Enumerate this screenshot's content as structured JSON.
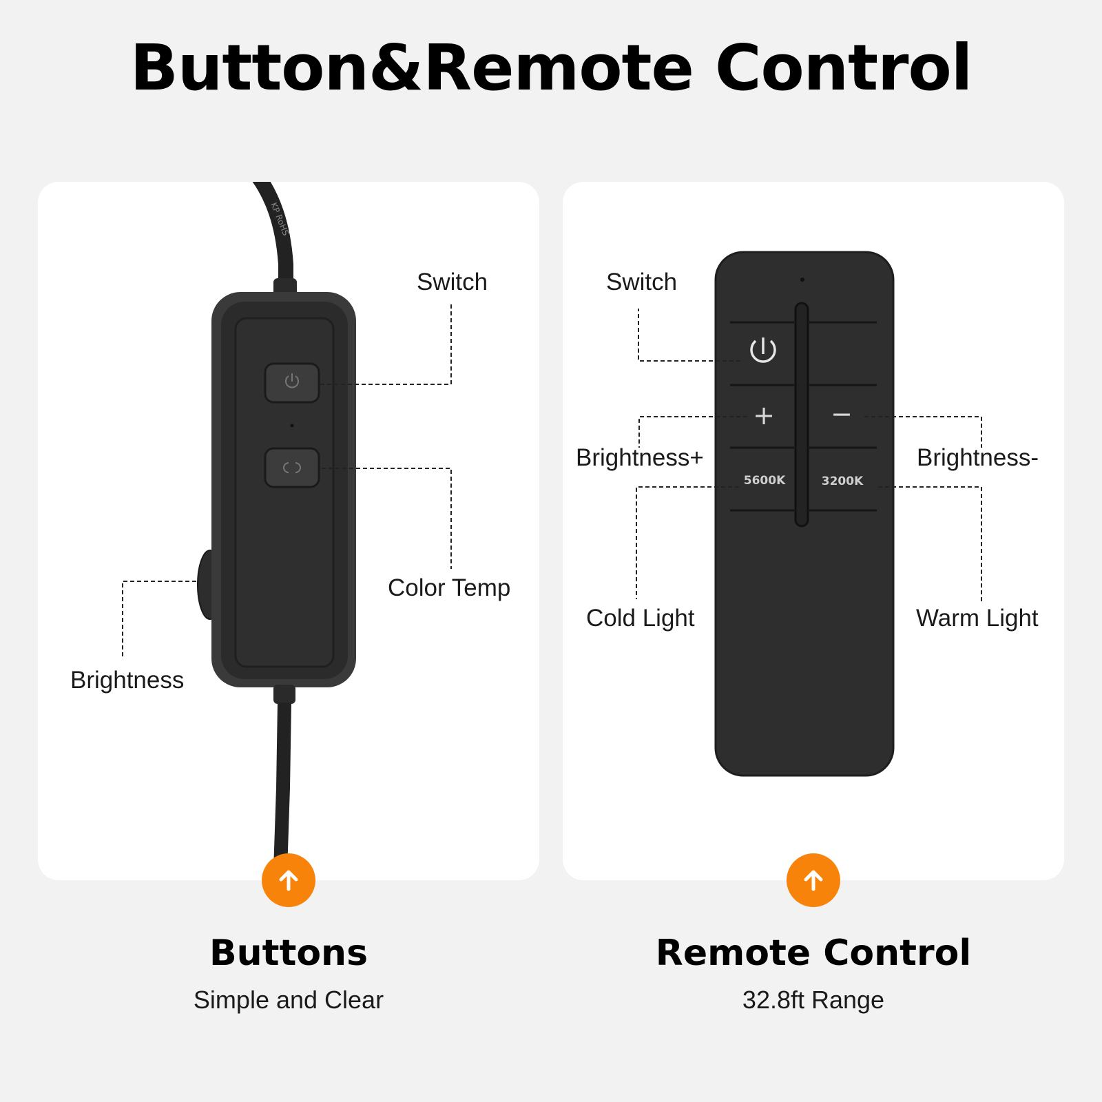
{
  "title": "Button&Remote Control",
  "colors": {
    "background": "#f2f2f2",
    "panel": "#ffffff",
    "accent": "#f7830a",
    "device": "#2b2b2b"
  },
  "buttons_panel": {
    "labels": {
      "switch": "Switch",
      "color_temp": "Color Temp",
      "brightness": "Brightness"
    },
    "cable_print": "KP RoHS",
    "caption_title": "Buttons",
    "caption_subtitle": "Simple and Clear"
  },
  "remote_panel": {
    "labels": {
      "switch": "Switch",
      "brightness_plus": "Brightness+",
      "brightness_minus": "Brightness-",
      "cold_light": "Cold Light",
      "warm_light": "Warm Light"
    },
    "keys": {
      "plus": "+",
      "minus": "−",
      "cold": "5600K",
      "warm": "3200K"
    },
    "caption_title": "Remote Control",
    "caption_subtitle": "32.8ft Range"
  },
  "icons": {
    "badge": "arrow-up-icon",
    "switch": "power-icon",
    "color_temp": "cycle-icon"
  }
}
